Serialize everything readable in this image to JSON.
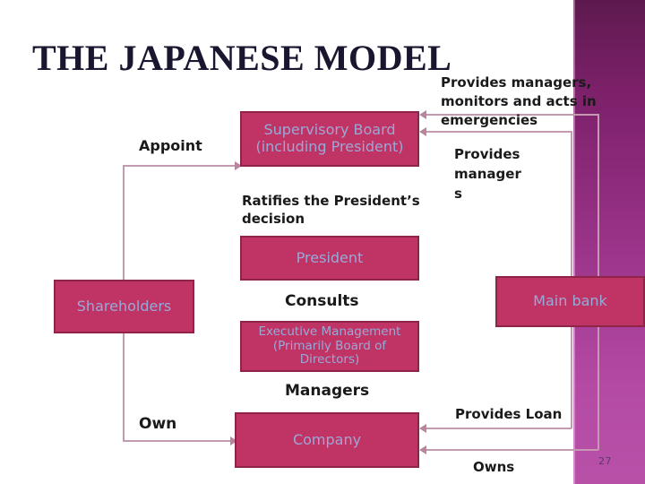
{
  "slide": {
    "title": "THE JAPANESE MODEL",
    "number": "27",
    "accent_color": "#bf3464",
    "box_border_color": "#8e2448",
    "box_text_color": "#9aa8d8",
    "connector_color": "#c49ab0",
    "band_color_top": "#5d1a4e",
    "band_color_bottom": "#b850a8",
    "title_color": "#1b1630"
  },
  "boxes": {
    "supervisory_board": "Supervisory Board (including President)",
    "president": "President",
    "executive_management": "Executive Management (Primarily Board of Directors)",
    "company": "Company",
    "shareholders": "Shareholders",
    "main_bank": "Main bank"
  },
  "labels": {
    "provides_managers_monitors": "Provides managers, monitors and acts in emergencies",
    "provides_managers": "Provides manager s",
    "appoint": "Appoint",
    "ratifies": "Ratifies the President’s decision",
    "consults": "Consults",
    "managers": "Managers",
    "own": "Own",
    "provides_loan": "Provides Loan",
    "owns": "Owns"
  }
}
